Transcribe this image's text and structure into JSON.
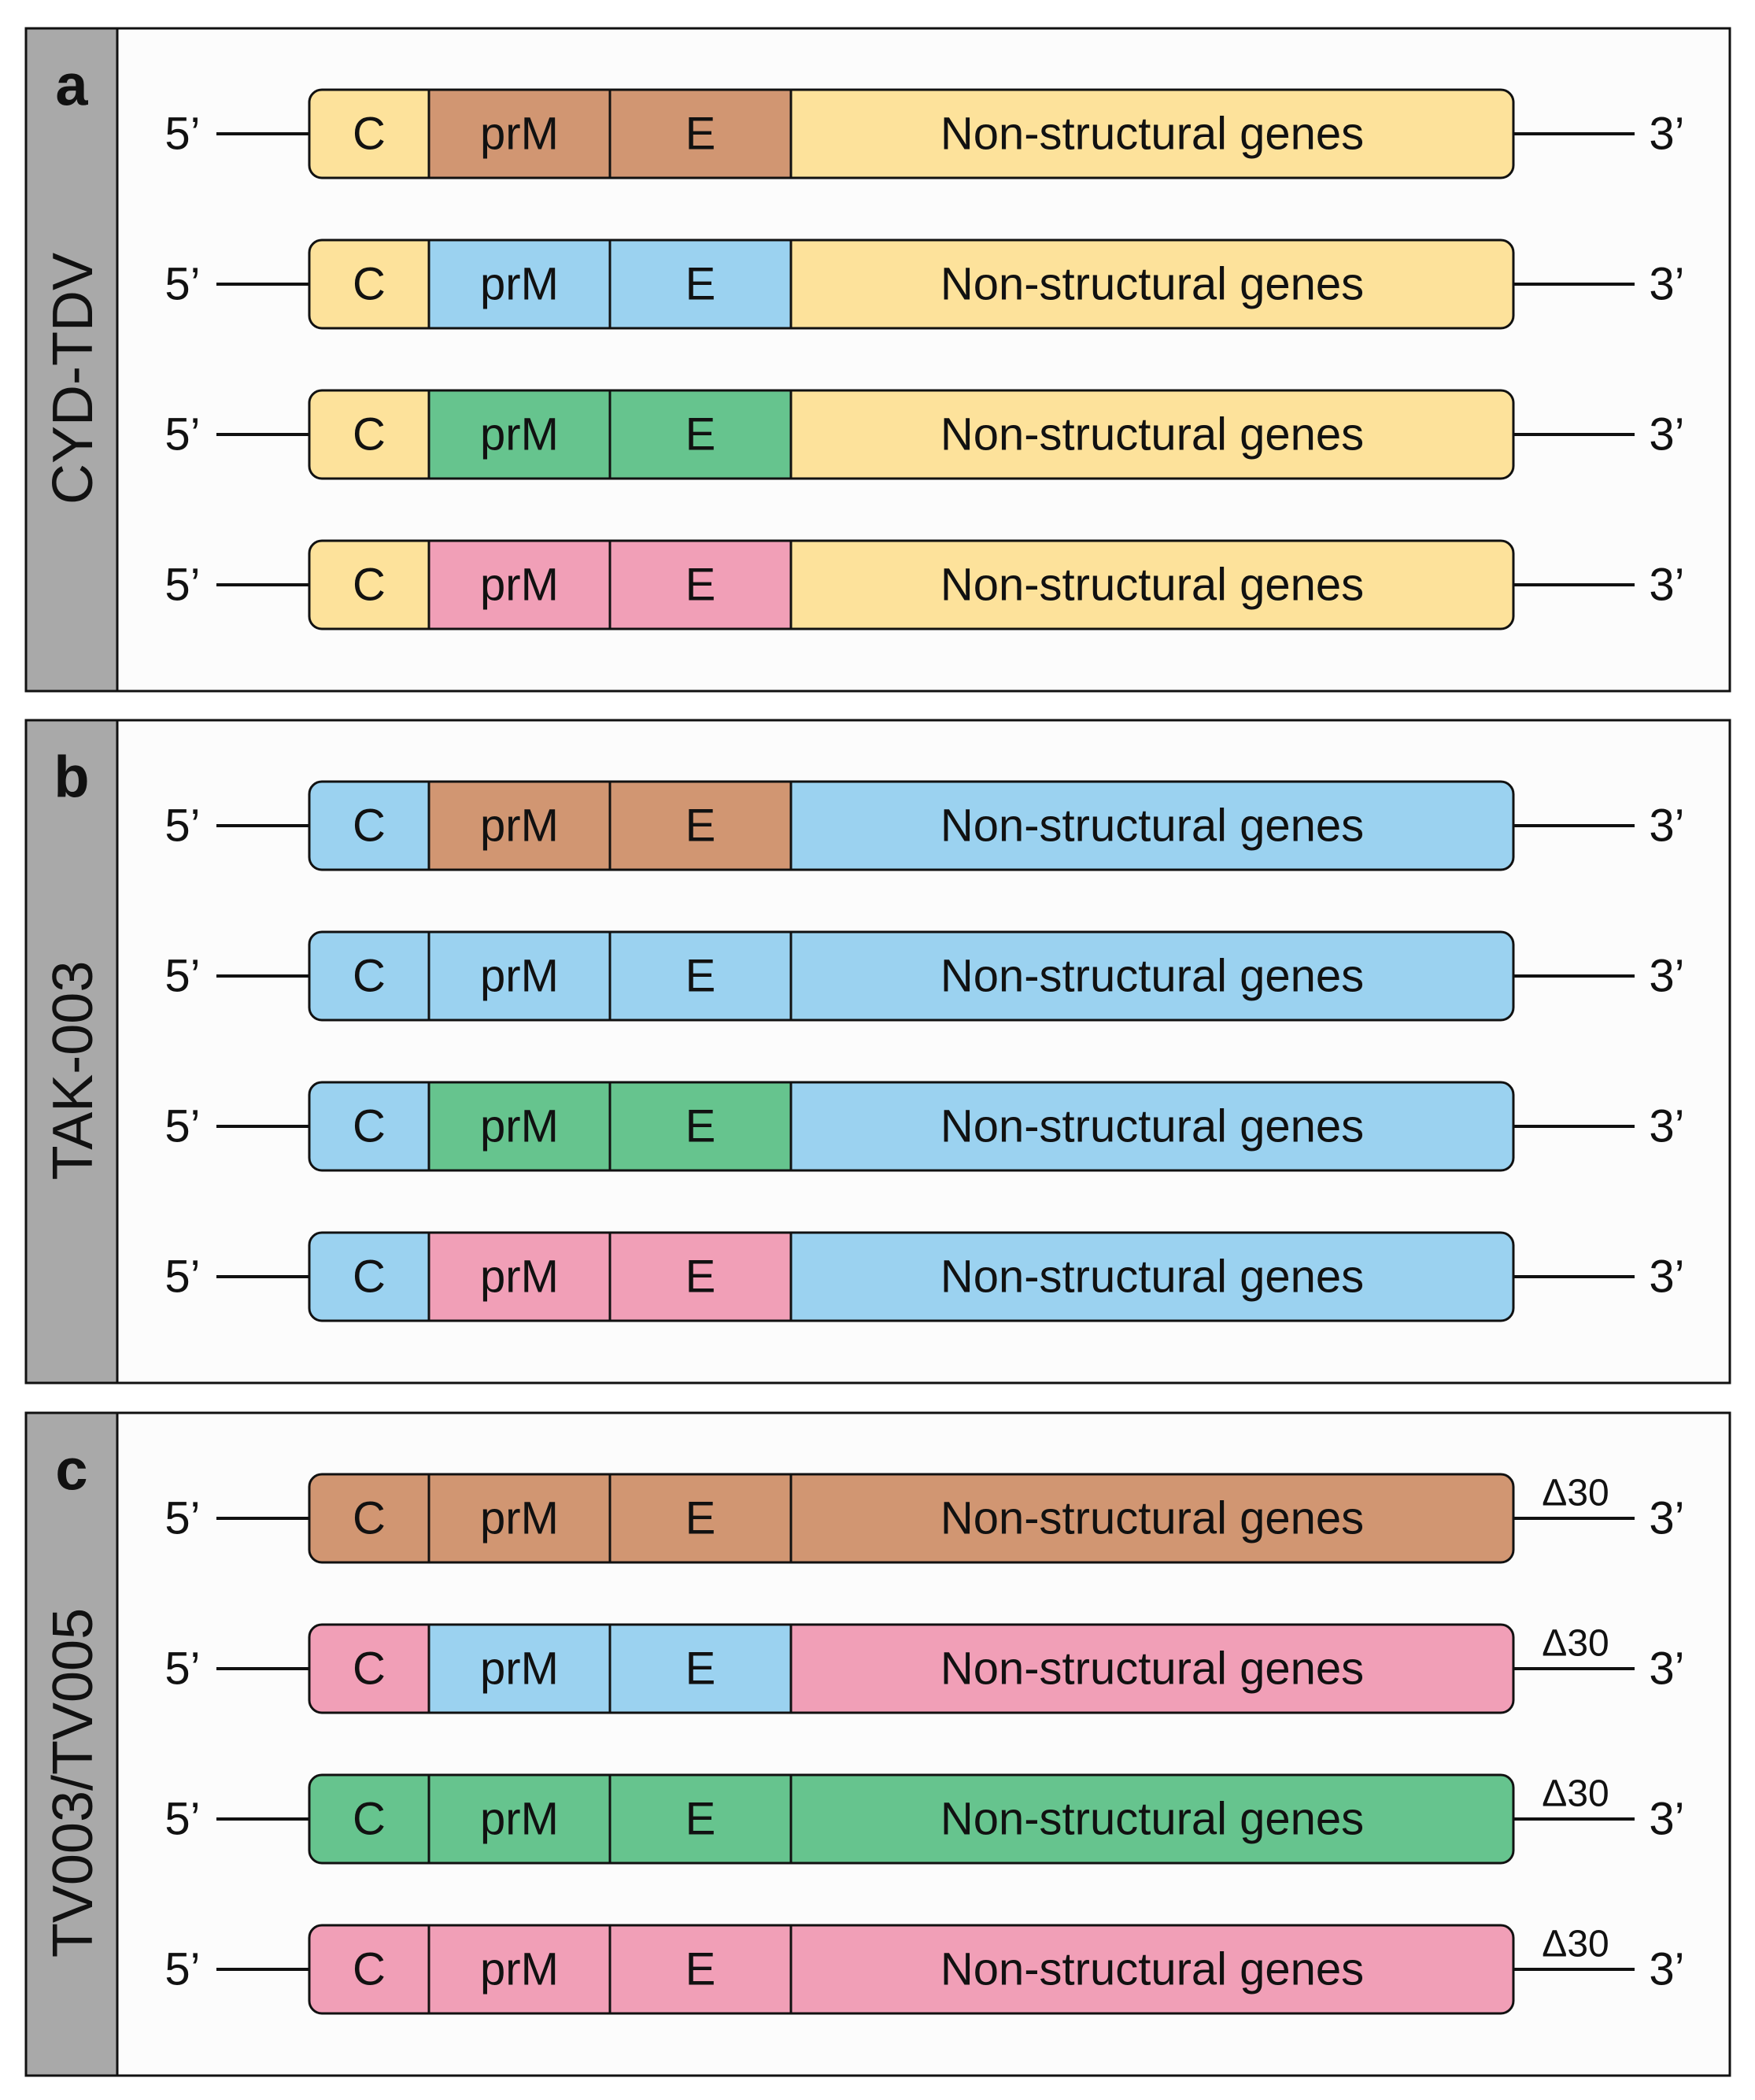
{
  "colors": {
    "yellow": "#FDE29B",
    "brown": "#D19672",
    "blue": "#9BD2F0",
    "green": "#66C48E",
    "pink": "#F19FB7",
    "sidebar": "#A9A9A9",
    "panel_bg": "#FCFCFC",
    "stroke": "#111111"
  },
  "segment_labels": {
    "C": "C",
    "prM": "prM",
    "E": "E",
    "NS": "Non-structural genes"
  },
  "end_labels": {
    "five_prime": "5’",
    "three_prime": "3’"
  },
  "deletion_label": "Δ30",
  "panels": [
    {
      "letter": "a",
      "name": "CYD-TDV",
      "constructs": [
        {
          "C": "yellow",
          "prM": "brown",
          "E": "brown",
          "NS": "yellow",
          "deletion": false
        },
        {
          "C": "yellow",
          "prM": "blue",
          "E": "blue",
          "NS": "yellow",
          "deletion": false
        },
        {
          "C": "yellow",
          "prM": "green",
          "E": "green",
          "NS": "yellow",
          "deletion": false
        },
        {
          "C": "yellow",
          "prM": "pink",
          "E": "pink",
          "NS": "yellow",
          "deletion": false
        }
      ]
    },
    {
      "letter": "b",
      "name": "TAK-003",
      "constructs": [
        {
          "C": "blue",
          "prM": "brown",
          "E": "brown",
          "NS": "blue",
          "deletion": false
        },
        {
          "C": "blue",
          "prM": "blue",
          "E": "blue",
          "NS": "blue",
          "deletion": false
        },
        {
          "C": "blue",
          "prM": "green",
          "E": "green",
          "NS": "blue",
          "deletion": false
        },
        {
          "C": "blue",
          "prM": "pink",
          "E": "pink",
          "NS": "blue",
          "deletion": false
        }
      ]
    },
    {
      "letter": "c",
      "name": "TV003/TV005",
      "constructs": [
        {
          "C": "brown",
          "prM": "brown",
          "E": "brown",
          "NS": "brown",
          "deletion": true
        },
        {
          "C": "pink",
          "prM": "blue",
          "E": "blue",
          "NS": "pink",
          "deletion": true
        },
        {
          "C": "green",
          "prM": "green",
          "E": "green",
          "NS": "green",
          "deletion": true
        },
        {
          "C": "pink",
          "prM": "pink",
          "E": "pink",
          "NS": "pink",
          "deletion": true
        }
      ]
    }
  ]
}
